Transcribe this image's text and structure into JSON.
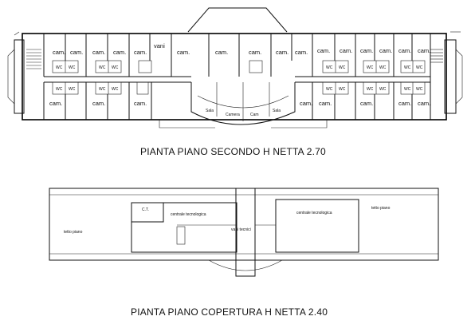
{
  "floor2": {
    "title": "PIANTA PIANO SECONDO H NETTA 2.70",
    "room_label": "cam.",
    "wc_label": "WC",
    "vani_label": "vani",
    "top_row_rooms": [
      "cam.",
      "cam.",
      "cam.",
      "cam.",
      "cam.",
      "cam.",
      "cam.",
      "cam.",
      "cam.",
      "cam.",
      "cam.",
      "cam.",
      "cam.",
      "cam.",
      "cam.",
      "cam."
    ],
    "bottom_row_rooms": [
      "cam.",
      "cam.",
      "cam.",
      "cam.",
      "cam.",
      "cam.",
      "cam.",
      "cam."
    ],
    "center_small": [
      "Sala",
      "Camera",
      "Cam",
      "Sala"
    ]
  },
  "roof": {
    "title": "PIANTA PIANO COPERTURA H  NETTA 2.40",
    "left_roof": "tetto piano",
    "right_roof": "tetto piano",
    "tech_center_left": "centrale tecnologica",
    "tech_center_right": "centrale tecnologica",
    "ct_label": "C.T.",
    "corridor": "vani tecnici"
  }
}
